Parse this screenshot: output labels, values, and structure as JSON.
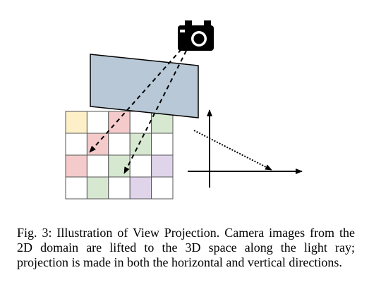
{
  "figure": {
    "colors": {
      "image_plane_fill": "#b8c8d6",
      "stroke": "#000000",
      "grid_line": "#555555",
      "cell_yellow": "#fdf0c8",
      "cell_red": "#f4caca",
      "cell_green": "#d6e8d0",
      "cell_purple": "#e0d4ea",
      "cell_white": "#ffffff"
    },
    "grid": {
      "rows": 4,
      "cols": 5,
      "cells": [
        [
          "cell_yellow",
          "cell_white",
          "cell_red",
          "cell_white",
          "cell_green"
        ],
        [
          "cell_white",
          "cell_red",
          "cell_white",
          "cell_green",
          "cell_white"
        ],
        [
          "cell_red",
          "cell_white",
          "cell_green",
          "cell_white",
          "cell_purple"
        ],
        [
          "cell_white",
          "cell_green",
          "cell_white",
          "cell_purple",
          "cell_white"
        ]
      ]
    },
    "icons": {
      "camera": "camera-icon"
    }
  },
  "caption": {
    "text": "Fig. 3: Illustration of View Projection. Camera images from the 2D domain are lifted to the 3D space along the light ray; projection is made in both the horizontal and vertical directions."
  }
}
